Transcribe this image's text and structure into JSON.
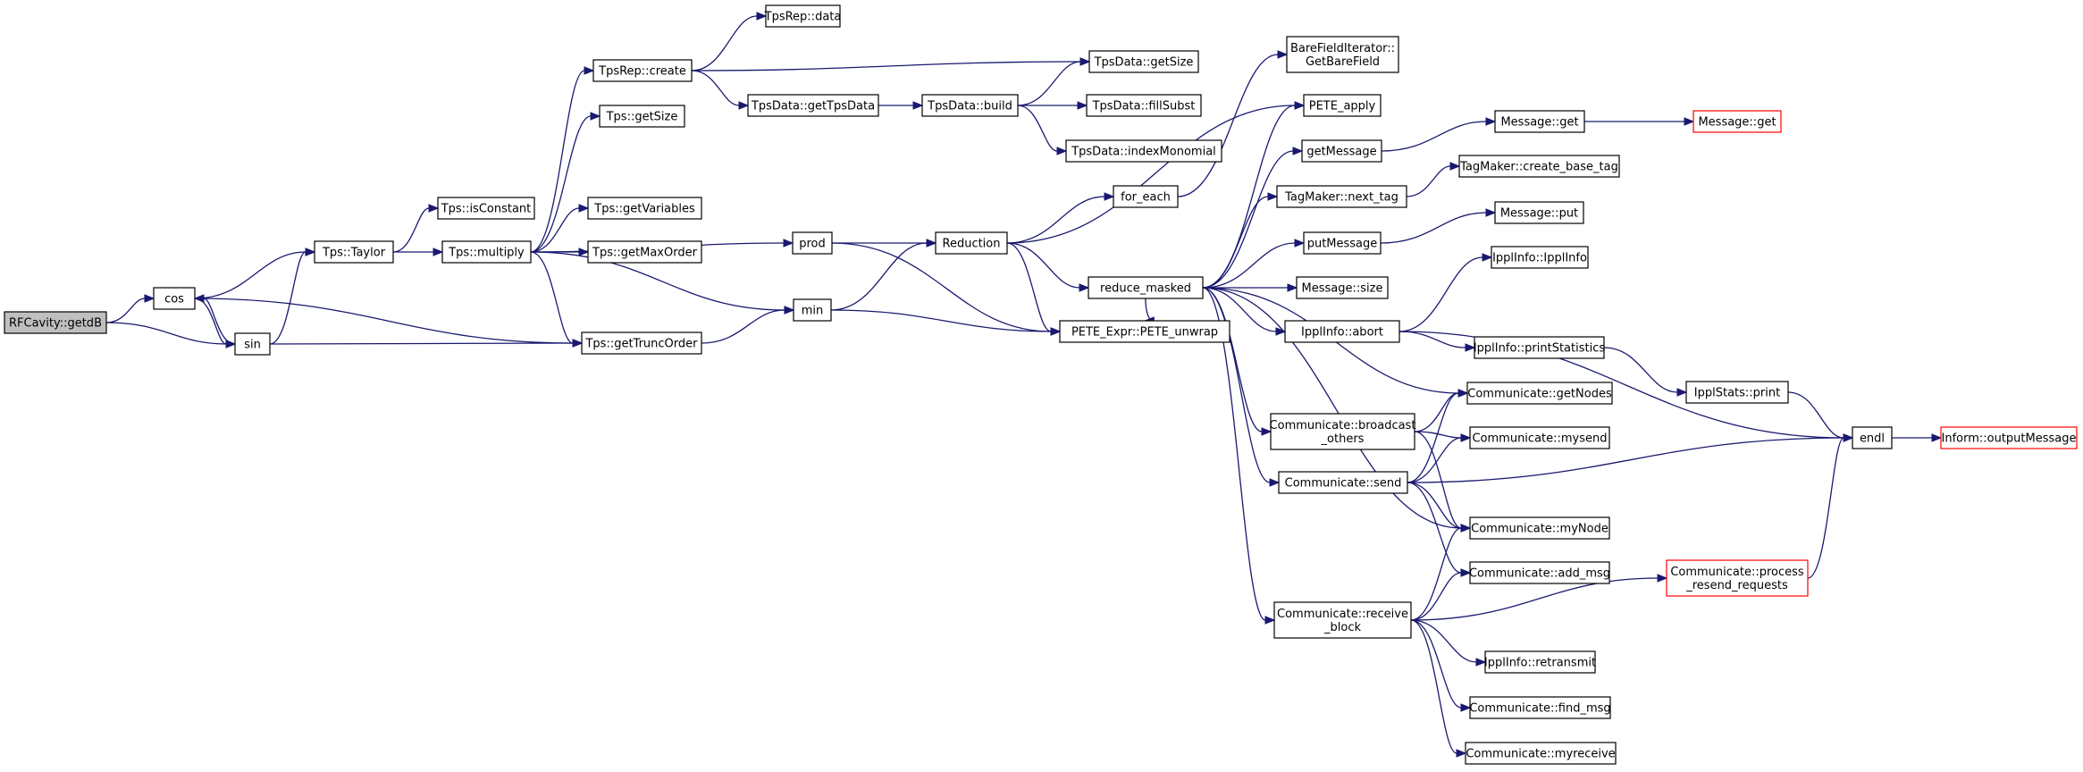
{
  "diagram": {
    "nodes": [
      {
        "id": "rfcavity_getdb",
        "label": "RFCavity::getdB",
        "style": "root"
      },
      {
        "id": "cos",
        "label": "cos"
      },
      {
        "id": "sin",
        "label": "sin"
      },
      {
        "id": "tps_taylor",
        "label": "Tps::Taylor"
      },
      {
        "id": "tps_multiply",
        "label": "Tps::multiply"
      },
      {
        "id": "tps_isconstant",
        "label": "Tps::isConstant"
      },
      {
        "id": "tps_gettruncorder",
        "label": "Tps::getTruncOrder"
      },
      {
        "id": "tpsrep_create",
        "label": "TpsRep::create"
      },
      {
        "id": "tpsrep_data",
        "label": "TpsRep::data"
      },
      {
        "id": "tps_getsize",
        "label": "Tps::getSize"
      },
      {
        "id": "tps_getvariables",
        "label": "Tps::getVariables"
      },
      {
        "id": "tps_getmaxorder",
        "label": "Tps::getMaxOrder"
      },
      {
        "id": "tpsdata_gettpsdata",
        "label": "TpsData::getTpsData"
      },
      {
        "id": "tpsdata_build",
        "label": "TpsData::build"
      },
      {
        "id": "tpsdata_getsize",
        "label": "TpsData::getSize"
      },
      {
        "id": "tpsdata_fillsubst",
        "label": "TpsData::fillSubst"
      },
      {
        "id": "tpsdata_indexmonomial",
        "label": "TpsData::indexMonomial"
      },
      {
        "id": "prod",
        "label": "prod"
      },
      {
        "id": "min",
        "label": "min"
      },
      {
        "id": "reduction",
        "label": "Reduction"
      },
      {
        "id": "for_each",
        "label": "for_each"
      },
      {
        "id": "barefielditerator",
        "label": [
          "BareFieldIterator::",
          "GetBareField"
        ]
      },
      {
        "id": "pete_apply",
        "label": "PETE_apply"
      },
      {
        "id": "reduce_masked",
        "label": "reduce_masked"
      },
      {
        "id": "pete_unwrap",
        "label": "PETE_Expr::PETE_unwrap"
      },
      {
        "id": "getmessage",
        "label": "getMessage"
      },
      {
        "id": "message_get1",
        "label": "Message::get"
      },
      {
        "id": "message_get2",
        "label": "Message::get",
        "style": "red"
      },
      {
        "id": "tagmaker_next_tag",
        "label": "TagMaker::next_tag"
      },
      {
        "id": "tagmaker_create_base_tag",
        "label": "TagMaker::create_base_tag"
      },
      {
        "id": "putmessage",
        "label": "putMessage"
      },
      {
        "id": "message_put",
        "label": "Message::put"
      },
      {
        "id": "message_size",
        "label": "Message::size"
      },
      {
        "id": "ipplinfo_ipplinfo",
        "label": "IpplInfo::IpplInfo"
      },
      {
        "id": "ipplinfo_abort",
        "label": "IpplInfo::abort"
      },
      {
        "id": "ipplinfo_printstatistics",
        "label": "IpplInfo::printStatistics"
      },
      {
        "id": "ipplstats_print",
        "label": "IpplStats::print"
      },
      {
        "id": "comm_getnodes",
        "label": "Communicate::getNodes"
      },
      {
        "id": "comm_broadcast_others",
        "label": [
          "Communicate::broadcast",
          "_others"
        ]
      },
      {
        "id": "comm_mysend",
        "label": "Communicate::mysend"
      },
      {
        "id": "comm_send",
        "label": "Communicate::send"
      },
      {
        "id": "comm_mynode",
        "label": "Communicate::myNode"
      },
      {
        "id": "comm_add_msg",
        "label": "Communicate::add_msg"
      },
      {
        "id": "comm_receive_block",
        "label": [
          "Communicate::receive",
          "_block"
        ]
      },
      {
        "id": "comm_process_resend",
        "label": [
          "Communicate::process",
          "_resend_requests"
        ],
        "style": "red"
      },
      {
        "id": "ipplinfo_retransmit",
        "label": "IpplInfo::retransmit"
      },
      {
        "id": "comm_find_msg",
        "label": "Communicate::find_msg"
      },
      {
        "id": "comm_myreceive",
        "label": "Communicate::myreceive"
      },
      {
        "id": "endl",
        "label": "endl"
      },
      {
        "id": "inform_outputmessage",
        "label": "Inform::outputMessage",
        "style": "red"
      }
    ],
    "edges": [
      {
        "from": "rfcavity_getdb",
        "to": "cos"
      },
      {
        "from": "rfcavity_getdb",
        "to": "sin"
      },
      {
        "from": "cos",
        "to": "tps_taylor"
      },
      {
        "from": "cos",
        "to": "sin"
      },
      {
        "from": "cos",
        "to": "tps_gettruncorder"
      },
      {
        "from": "sin",
        "to": "cos"
      },
      {
        "from": "sin",
        "to": "tps_taylor"
      },
      {
        "from": "sin",
        "to": "tps_gettruncorder"
      },
      {
        "from": "tps_taylor",
        "to": "tps_isconstant"
      },
      {
        "from": "tps_taylor",
        "to": "tps_multiply"
      },
      {
        "from": "tps_multiply",
        "to": "tpsrep_create"
      },
      {
        "from": "tps_multiply",
        "to": "tps_getsize"
      },
      {
        "from": "tps_multiply",
        "to": "prod"
      },
      {
        "from": "tps_multiply",
        "to": "tps_getvariables"
      },
      {
        "from": "tps_multiply",
        "to": "tps_getmaxorder"
      },
      {
        "from": "tps_multiply",
        "to": "min"
      },
      {
        "from": "tps_multiply",
        "to": "tps_gettruncorder"
      },
      {
        "from": "tpsrep_create",
        "to": "tpsrep_data"
      },
      {
        "from": "tpsrep_create",
        "to": "tpsdata_getsize"
      },
      {
        "from": "tpsrep_create",
        "to": "tpsdata_gettpsdata"
      },
      {
        "from": "tpsdata_gettpsdata",
        "to": "tpsdata_build"
      },
      {
        "from": "tpsdata_build",
        "to": "tpsdata_getsize"
      },
      {
        "from": "tpsdata_build",
        "to": "tpsdata_fillsubst"
      },
      {
        "from": "tpsdata_build",
        "to": "tpsdata_indexmonomial"
      },
      {
        "from": "tps_gettruncorder",
        "to": "min"
      },
      {
        "from": "prod",
        "to": "reduction"
      },
      {
        "from": "prod",
        "to": "pete_unwrap"
      },
      {
        "from": "min",
        "to": "reduction"
      },
      {
        "from": "min",
        "to": "pete_unwrap"
      },
      {
        "from": "reduction",
        "to": "for_each"
      },
      {
        "from": "reduction",
        "to": "pete_apply"
      },
      {
        "from": "reduction",
        "to": "reduce_masked"
      },
      {
        "from": "reduction",
        "to": "pete_unwrap"
      },
      {
        "from": "for_each",
        "to": "barefielditerator"
      },
      {
        "from": "reduce_masked",
        "to": "pete_apply"
      },
      {
        "from": "reduce_masked",
        "to": "getmessage"
      },
      {
        "from": "reduce_masked",
        "to": "tagmaker_next_tag"
      },
      {
        "from": "reduce_masked",
        "to": "putmessage"
      },
      {
        "from": "reduce_masked",
        "to": "message_size"
      },
      {
        "from": "reduce_masked",
        "to": "ipplinfo_abort"
      },
      {
        "from": "reduce_masked",
        "to": "comm_getnodes"
      },
      {
        "from": "reduce_masked",
        "to": "comm_broadcast_others"
      },
      {
        "from": "reduce_masked",
        "to": "comm_send"
      },
      {
        "from": "reduce_masked",
        "to": "comm_mynode"
      },
      {
        "from": "reduce_masked",
        "to": "comm_receive_block"
      },
      {
        "from": "reduce_masked",
        "to": "pete_unwrap"
      },
      {
        "from": "getmessage",
        "to": "message_get1"
      },
      {
        "from": "message_get1",
        "to": "message_get2"
      },
      {
        "from": "tagmaker_next_tag",
        "to": "tagmaker_create_base_tag"
      },
      {
        "from": "putmessage",
        "to": "message_put"
      },
      {
        "from": "ipplinfo_abort",
        "to": "ipplinfo_ipplinfo"
      },
      {
        "from": "ipplinfo_abort",
        "to": "ipplinfo_printstatistics"
      },
      {
        "from": "ipplinfo_abort",
        "to": "endl"
      },
      {
        "from": "ipplinfo_printstatistics",
        "to": "ipplstats_print"
      },
      {
        "from": "ipplstats_print",
        "to": "endl"
      },
      {
        "from": "comm_broadcast_others",
        "to": "comm_getnodes"
      },
      {
        "from": "comm_broadcast_others",
        "to": "comm_mysend"
      },
      {
        "from": "comm_broadcast_others",
        "to": "comm_mynode"
      },
      {
        "from": "comm_send",
        "to": "comm_getnodes"
      },
      {
        "from": "comm_send",
        "to": "comm_mysend"
      },
      {
        "from": "comm_send",
        "to": "endl"
      },
      {
        "from": "comm_send",
        "to": "comm_mynode"
      },
      {
        "from": "comm_send",
        "to": "comm_add_msg"
      },
      {
        "from": "comm_receive_block",
        "to": "comm_mynode"
      },
      {
        "from": "comm_receive_block",
        "to": "comm_add_msg"
      },
      {
        "from": "comm_receive_block",
        "to": "comm_process_resend"
      },
      {
        "from": "comm_receive_block",
        "to": "ipplinfo_retransmit"
      },
      {
        "from": "comm_receive_block",
        "to": "comm_find_msg"
      },
      {
        "from": "comm_receive_block",
        "to": "comm_myreceive"
      },
      {
        "from": "comm_process_resend",
        "to": "endl"
      },
      {
        "from": "endl",
        "to": "inform_outputmessage"
      }
    ]
  }
}
